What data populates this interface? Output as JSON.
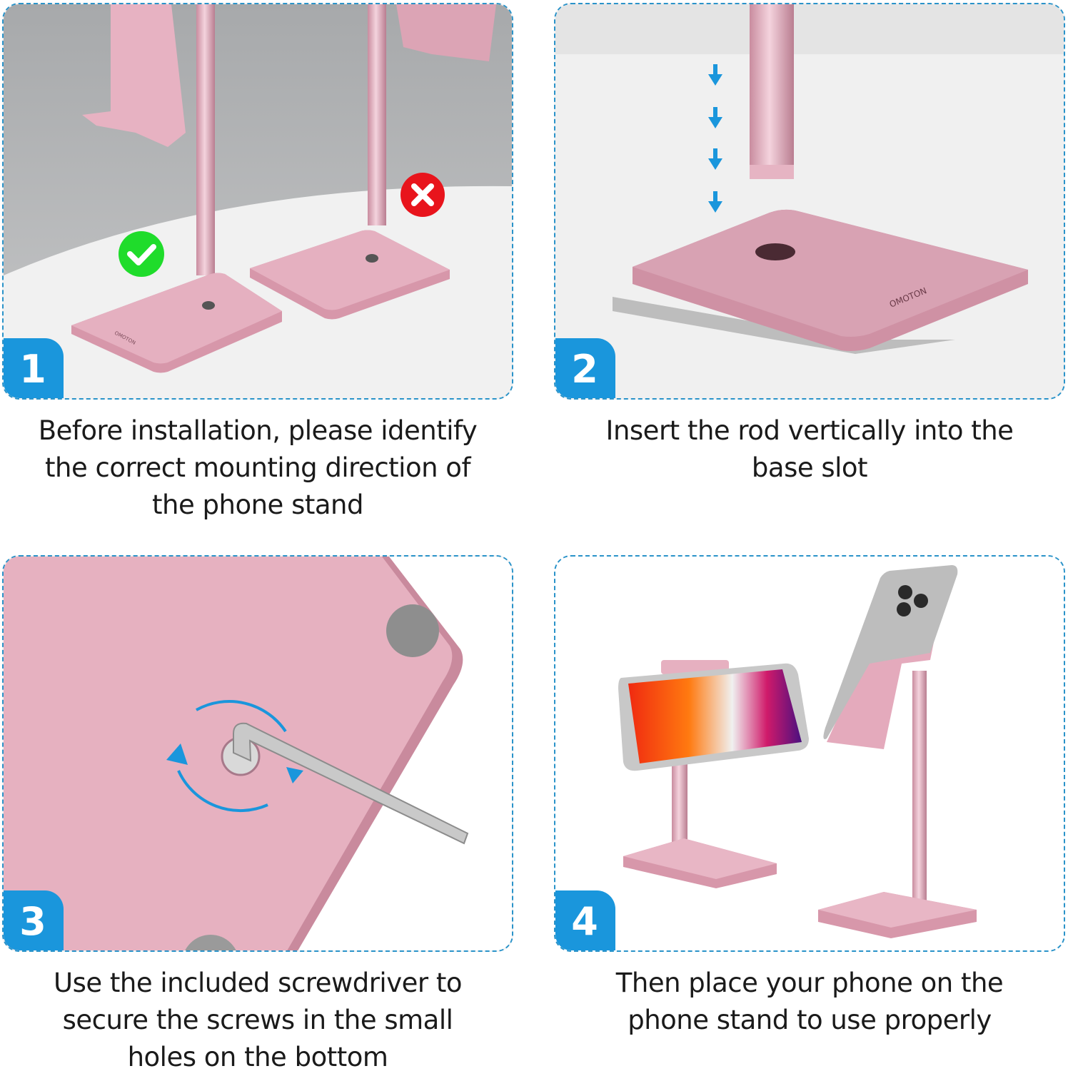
{
  "steps": [
    {
      "number": "1",
      "caption": "Before installation, please identify the correct mounting direction of the phone stand",
      "caption_lines": [
        "Before installation, please identify",
        "the correct mounting direction of",
        "the phone stand"
      ],
      "brand_mark": "OMOTON",
      "correct_icon": "check-mark",
      "wrong_icon": "x-mark"
    },
    {
      "number": "2",
      "caption": "Insert the rod vertically into the base slot",
      "caption_lines": [
        "Insert the rod vertically into the",
        "base slot"
      ],
      "brand_mark": "OMOTON",
      "arrow_count": 4
    },
    {
      "number": "3",
      "caption": "Use the included screwdriver to secure the screws in the small holes on the bottom",
      "caption_lines": [
        "Use the included screwdriver to",
        "secure the screws in the small",
        "holes on the bottom"
      ]
    },
    {
      "number": "4",
      "caption": "Then place your phone on the phone stand to use properly",
      "caption_lines": [
        "Then place your phone on the",
        "phone stand to use properly"
      ]
    }
  ],
  "colors": {
    "accent_blue": "#1a96dc",
    "dashed_border": "#2a93c9",
    "stand_pink": "#dba2b3",
    "check_green": "#1fdc2b",
    "x_red": "#e8141c"
  }
}
